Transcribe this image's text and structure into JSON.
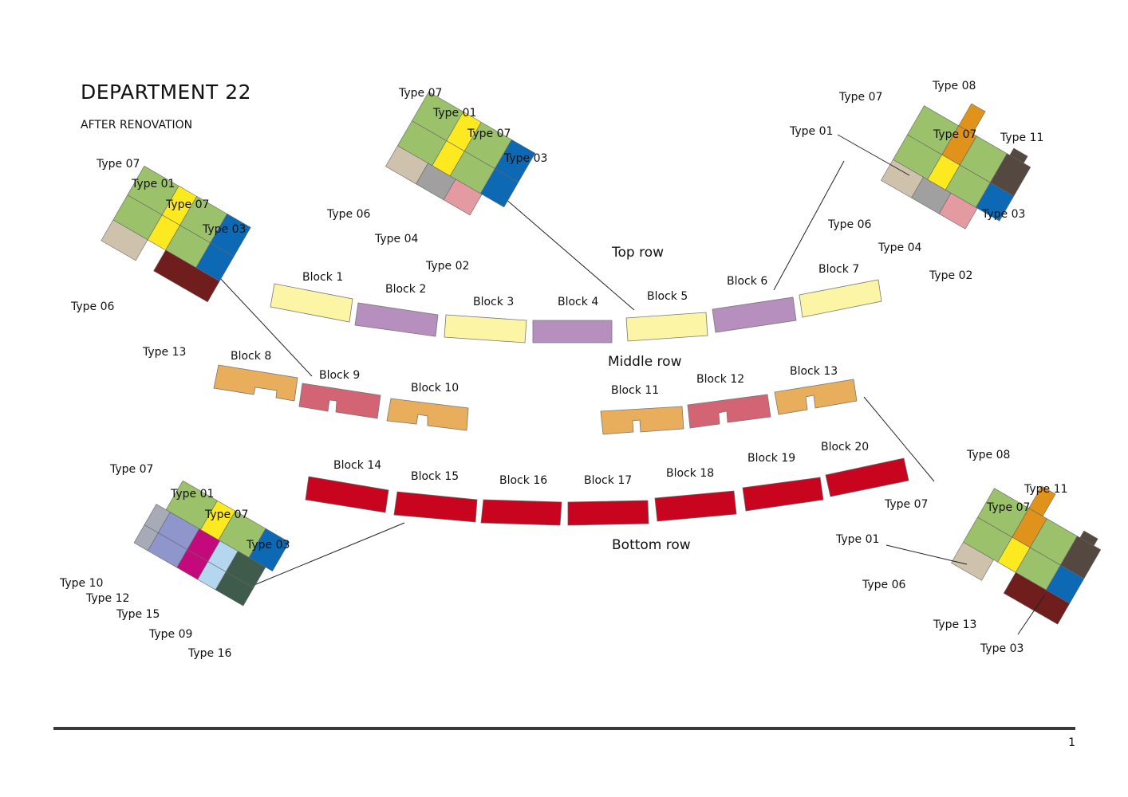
{
  "page": {
    "title": "DEPARTMENT 22",
    "subtitle": "AFTER RENOVATION",
    "page_number": "1"
  },
  "colors": {
    "pale_yellow": "#fdf5a6",
    "lilac": "#b68fbe",
    "sand": "#e8ae5c",
    "rose": "#d36474",
    "crimson": "#c8041f",
    "type01": "#fde91f",
    "type02": "#e39ba1",
    "type03": "#0d69b4",
    "type04": "#a0a0a0",
    "type06": "#cfc2ac",
    "type07": "#9bc16b",
    "type08": "#e0931a",
    "type09": "#b4d7ef",
    "type10": "#a7abb8",
    "type11": "#554840",
    "type12": "#8f96cb",
    "type13": "#6f1d1d",
    "type15": "#c4097d",
    "type16": "#3e5b4b"
  },
  "rows": {
    "top": "Top row",
    "middle": "Middle row",
    "bottom": "Bottom row"
  },
  "blocks": [
    "Block 1",
    "Block 2",
    "Block 3",
    "Block 4",
    "Block 5",
    "Block 6",
    "Block 7",
    "Block 8",
    "Block 9",
    "Block 10",
    "Block 11",
    "Block 12",
    "Block 13",
    "Block 14",
    "Block 15",
    "Block 16",
    "Block 17",
    "Block 18",
    "Block 19",
    "Block 20"
  ],
  "types": {
    "t01": "Type 01",
    "t02": "Type 02",
    "t03": "Type 03",
    "t04": "Type 04",
    "t06": "Type 06",
    "t07": "Type 07",
    "t08": "Type 08",
    "t09": "Type 09",
    "t10": "Type 10",
    "t11": "Type 11",
    "t12": "Type 12",
    "t13": "Type 13",
    "t15": "Type 15",
    "t16": "Type 16"
  }
}
